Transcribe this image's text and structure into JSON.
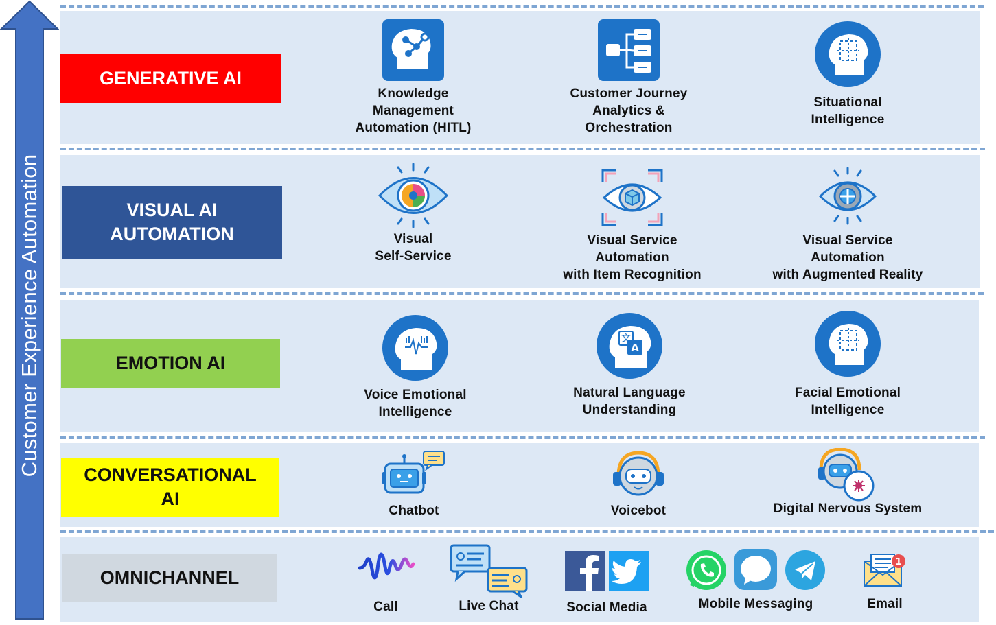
{
  "axis_label": "Customer Experience Automation",
  "colors": {
    "arrow": "#4472c4",
    "band": "#dde8f5",
    "dash": "#7fa6d3",
    "icon_blue": "#1e73c8",
    "generative": "#ff0000",
    "visual": "#2f5597",
    "emotion": "#92d050",
    "conversational": "#ffff00",
    "omnichannel": "#d0d8e0"
  },
  "layers": [
    {
      "label": "GENERATIVE AI",
      "items": [
        {
          "icon": "brain-network-icon",
          "lines": [
            "Knowledge",
            "Management",
            "Automation (HITL)"
          ]
        },
        {
          "icon": "workflow-diagram-icon",
          "lines": [
            "Customer Journey",
            "Analytics &",
            "Orchestration"
          ]
        },
        {
          "icon": "head-scan-icon",
          "lines": [
            "Situational",
            "Intelligence"
          ]
        }
      ]
    },
    {
      "label_lines": [
        "VISUAL AI",
        "AUTOMATION"
      ],
      "items": [
        {
          "icon": "color-eye-icon",
          "lines": [
            "Visual",
            "Self-Service"
          ]
        },
        {
          "icon": "eye-cube-scan-icon",
          "lines": [
            "Visual Service",
            "Automation",
            "with Item Recognition"
          ]
        },
        {
          "icon": "eye-crosshair-icon",
          "lines": [
            "Visual Service",
            "Automation",
            "with Augmented Reality"
          ]
        }
      ]
    },
    {
      "label": "EMOTION AI",
      "items": [
        {
          "icon": "voice-wave-head-icon",
          "lines": [
            "Voice Emotional",
            "Intelligence"
          ]
        },
        {
          "icon": "translate-head-icon",
          "lines": [
            "Natural Language",
            "Understanding"
          ]
        },
        {
          "icon": "face-scan-head-icon",
          "lines": [
            "Facial Emotional",
            "Intelligence"
          ]
        }
      ]
    },
    {
      "label_lines": [
        "CONVERSATIONAL",
        "AI"
      ],
      "items": [
        {
          "icon": "chatbot-icon",
          "lines": [
            "Chatbot"
          ]
        },
        {
          "icon": "voicebot-icon",
          "lines": [
            "Voicebot"
          ]
        },
        {
          "icon": "robot-neuron-icon",
          "lines": [
            "Digital Nervous System"
          ]
        }
      ]
    },
    {
      "label": "OMNICHANNEL",
      "items": [
        {
          "icon": "voice-wave-icon",
          "lines": [
            "Call"
          ]
        },
        {
          "icon": "live-chat-icon",
          "lines": [
            "Live Chat"
          ]
        },
        {
          "icon": "social-media-icon",
          "lines": [
            "Social Media"
          ]
        },
        {
          "icon": "messaging-apps-icon",
          "lines": [
            "Mobile Messaging"
          ]
        },
        {
          "icon": "email-notification-icon",
          "lines": [
            "Email"
          ]
        }
      ]
    }
  ]
}
